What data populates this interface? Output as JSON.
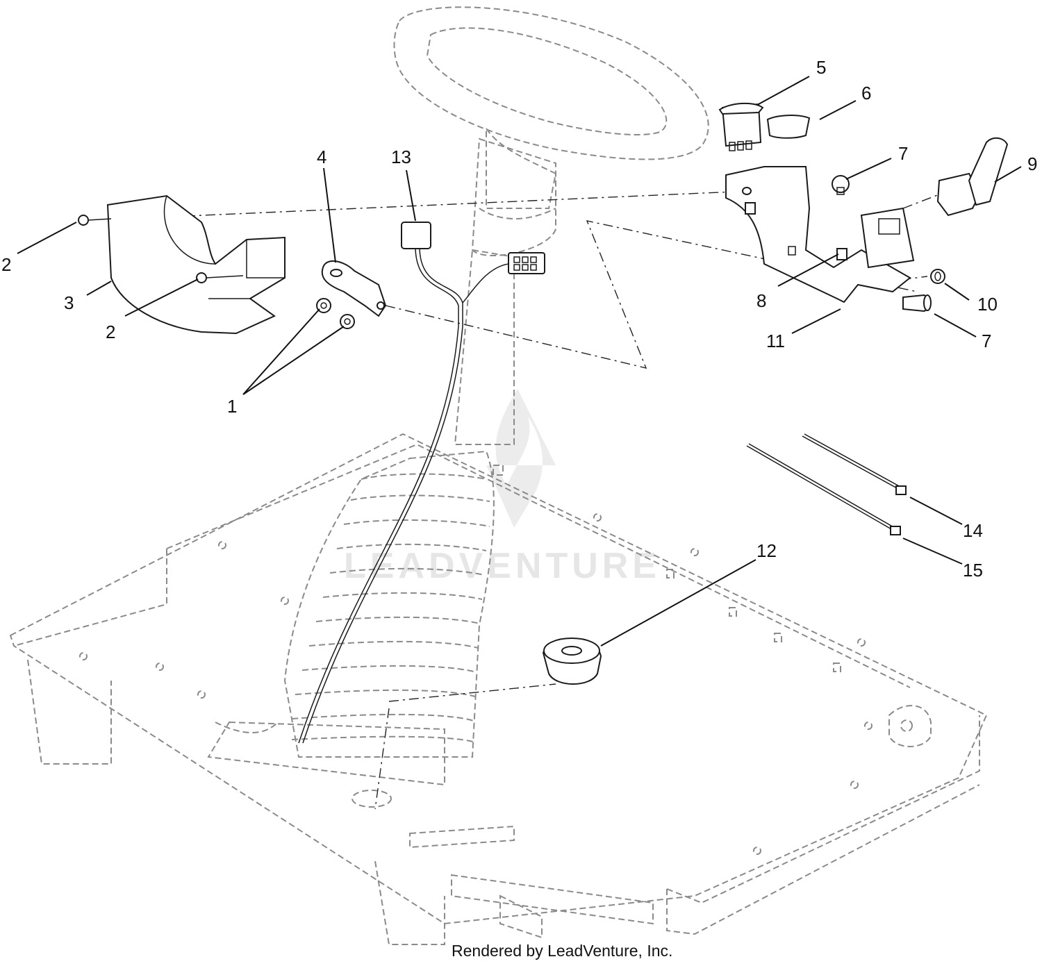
{
  "diagram": {
    "callouts": [
      {
        "id": "c1",
        "label": "1"
      },
      {
        "id": "c2a",
        "label": "2"
      },
      {
        "id": "c2b",
        "label": "2"
      },
      {
        "id": "c3",
        "label": "3"
      },
      {
        "id": "c4",
        "label": "4"
      },
      {
        "id": "c5",
        "label": "5"
      },
      {
        "id": "c6",
        "label": "6"
      },
      {
        "id": "c7a",
        "label": "7"
      },
      {
        "id": "c7b",
        "label": "7"
      },
      {
        "id": "c8",
        "label": "8"
      },
      {
        "id": "c9",
        "label": "9"
      },
      {
        "id": "c10",
        "label": "10"
      },
      {
        "id": "c11",
        "label": "11"
      },
      {
        "id": "c12",
        "label": "12"
      },
      {
        "id": "c13",
        "label": "13"
      },
      {
        "id": "c14",
        "label": "14"
      },
      {
        "id": "c15",
        "label": "15"
      }
    ],
    "watermark": "LEADVENTURE",
    "footer": "Rendered by LeadVenture, Inc."
  }
}
